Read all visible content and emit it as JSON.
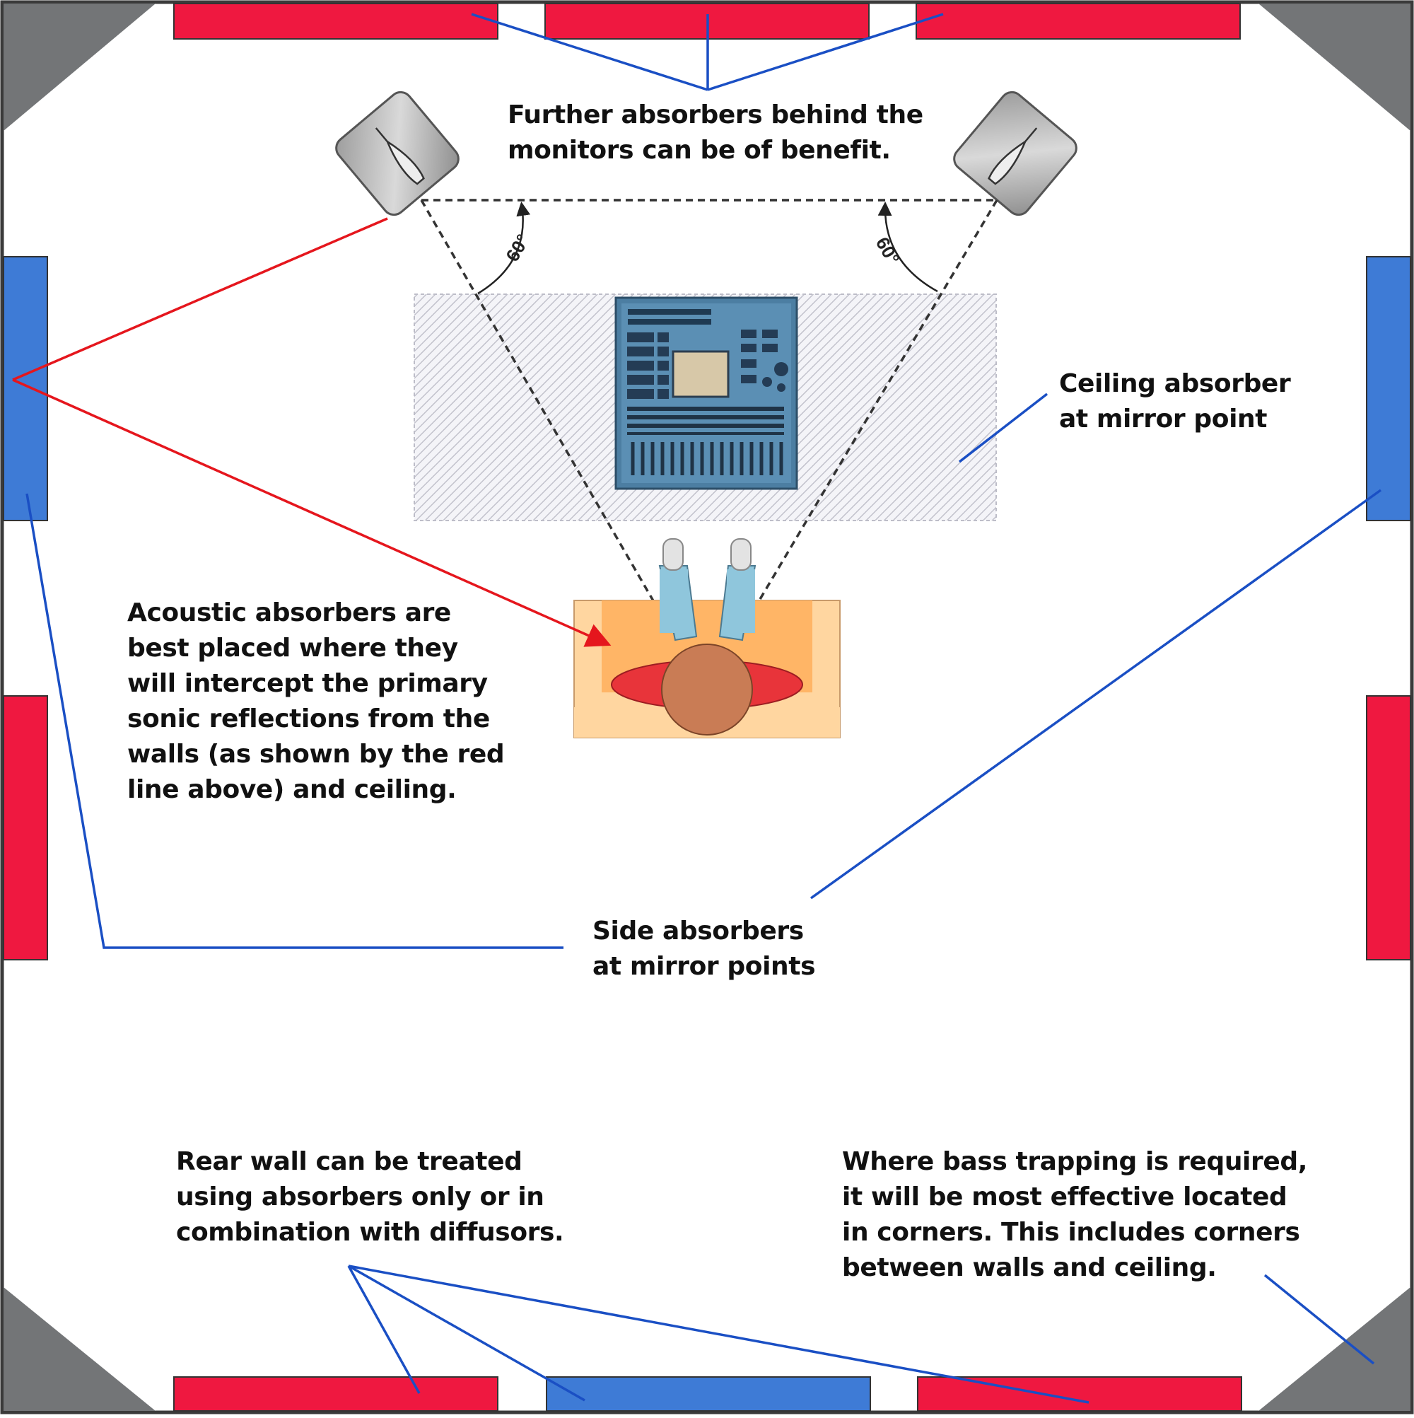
{
  "annotations": {
    "further_absorbers": [
      "Further absorbers behind the",
      "monitors can be of benefit."
    ],
    "ceiling_absorber": [
      "Ceiling absorber",
      "at mirror point"
    ],
    "acoustic_absorbers": [
      "Acoustic absorbers are",
      "best placed where they",
      "will intercept the primary",
      "sonic reflections from the",
      "walls (as shown by the red",
      "line above) and ceiling."
    ],
    "side_absorbers": [
      "Side absorbers",
      "at mirror points"
    ],
    "rear_wall": [
      "Rear wall can be treated",
      "using absorbers only or in",
      "combination with diffusors."
    ],
    "bass_trapping": [
      "Where bass trapping is required,",
      "it will be most effective located",
      "in corners. This includes corners",
      "between walls and ceiling."
    ]
  },
  "angles": {
    "left": "60°",
    "right": "60°"
  },
  "colors": {
    "absorber_red": "#ef1840",
    "absorber_blue": "#3e7bd6",
    "bass_trap_gray": "#737577",
    "leader_line_blue": "#1a4fc4",
    "reflection_red": "#e5161d",
    "wall": "#3a3a3a"
  },
  "icons": {
    "monitors": "studio-monitor-icon",
    "mixer": "mixing-console-icon",
    "listener": "listener-seated-icon"
  }
}
